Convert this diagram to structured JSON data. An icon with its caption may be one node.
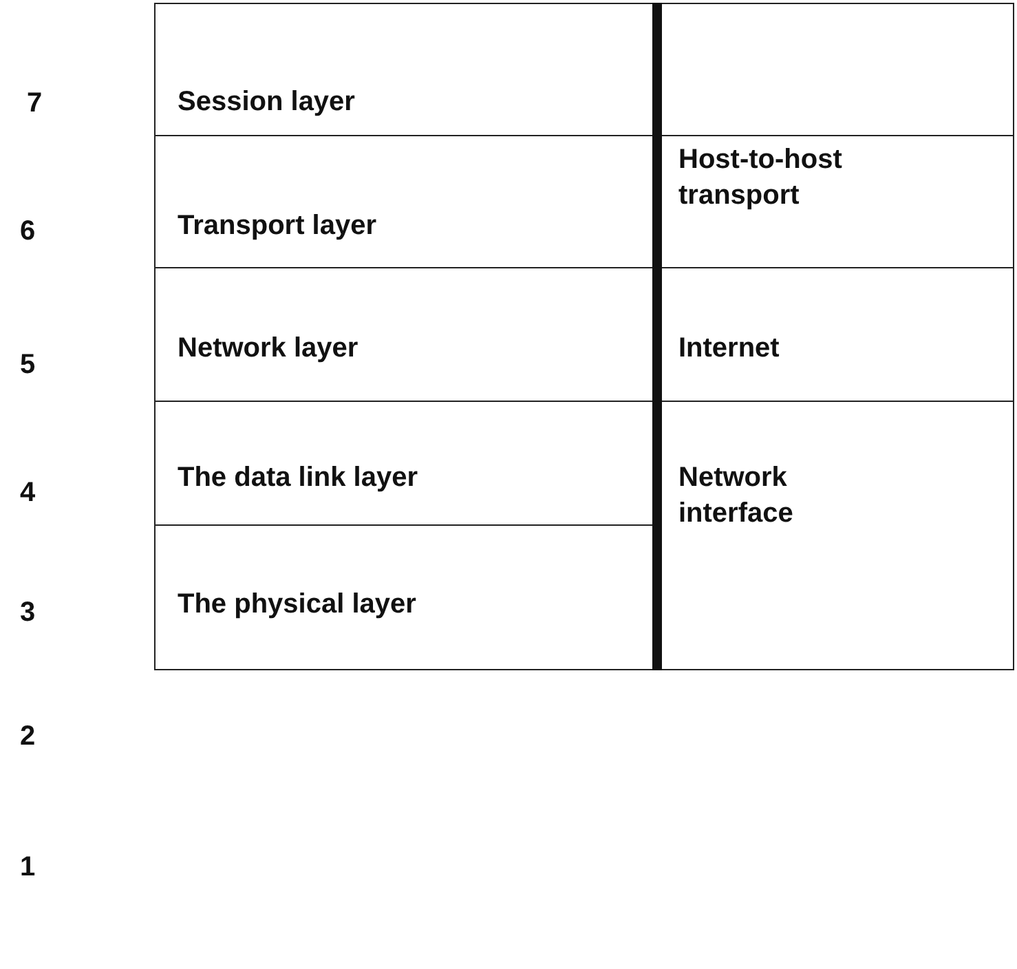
{
  "diagram": {
    "nodes": [
      {
        "text": [
          "Session layer"
        ]
      },
      {
        "text": [],
        "shape": "box"
      },
      {
        "text": [
          "Transport layer"
        ]
      },
      {
        "text": [
          "Host-to-host transport"
        ]
      },
      {
        "text": [
          "Network layer"
        ]
      },
      {
        "text": [
          "Internet"
        ]
      },
      {
        "text": [
          "The data link layer"
        ]
      },
      {
        "text": [
          "Network interface"
        ]
      },
      {
        "text": [
          "The physical layer"
        ]
      }
    ],
    "edges": [],
    "labels": [
      "7",
      "6",
      "5",
      "4",
      "3",
      "2",
      "1"
    ]
  }
}
